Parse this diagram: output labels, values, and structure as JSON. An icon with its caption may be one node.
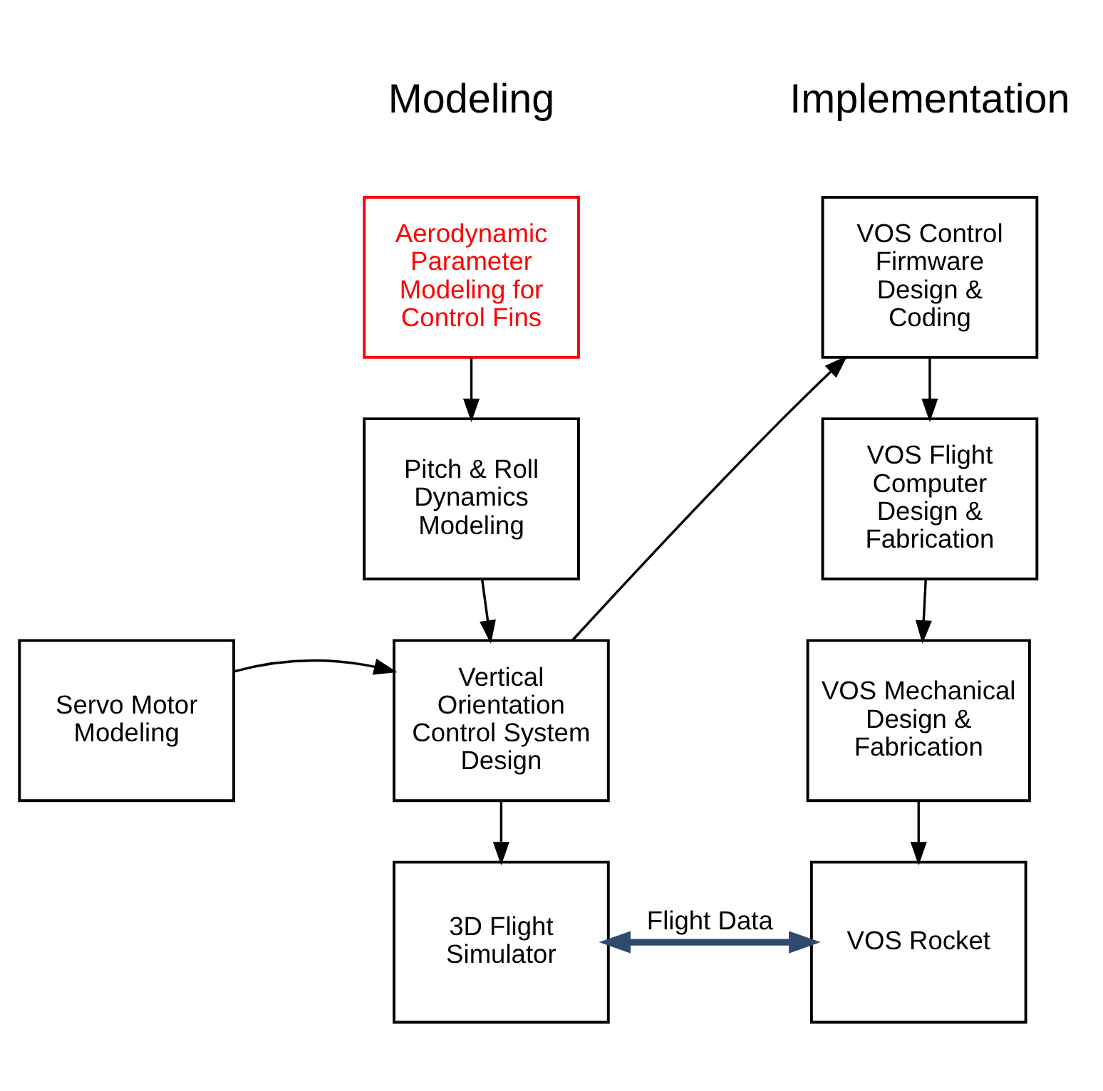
{
  "diagram": {
    "nodes": [
      {
        "text": [
          "Aerodynamic Parameter Modeling for Control Fins"
        ]
      },
      {
        "text": [
          "Pitch & Roll Dynamics Modeling"
        ]
      },
      {
        "text": [
          "Servo Motor Modeling"
        ]
      },
      {
        "text": [
          "Vertical Orientation Control System Design"
        ]
      },
      {
        "text": [
          "3D Flight Simulator"
        ]
      },
      {
        "text": [
          "VOS Control Firmware Design & Coding"
        ]
      },
      {
        "text": [
          "VOS Flight Computer Design & Fabrication"
        ]
      },
      {
        "text": [
          "VOS Mechanical Design & Fabrication"
        ]
      },
      {
        "text": [
          "VOS Rocket"
        ]
      }
    ],
    "edges": [
      {
        "from": 0,
        "to": 1,
        "arrow": "to"
      },
      {
        "from": 1,
        "to": 3,
        "arrow": "to"
      },
      {
        "from": 2,
        "to": 3,
        "arrow": "to"
      },
      {
        "from": 3,
        "to": 4,
        "arrow": "to"
      },
      {
        "from": 3,
        "to": 5,
        "arrow": "to"
      },
      {
        "from": 5,
        "to": 6,
        "arrow": "to"
      },
      {
        "from": 6,
        "to": 7,
        "arrow": "to"
      },
      {
        "from": 7,
        "to": 8,
        "arrow": "to"
      },
      {
        "from": 4,
        "to": 8,
        "arrow": "both",
        "label": "Flight Data",
        "style": "thick",
        "color": "#2f4a6e"
      }
    ],
    "labels": [
      "Modeling",
      "Implementation"
    ]
  }
}
